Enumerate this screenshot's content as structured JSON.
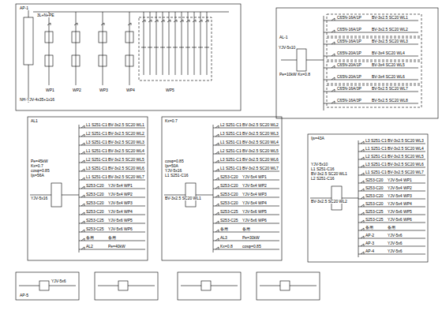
{
  "diagram": {
    "labels": [
      "AP-1",
      "3L+N+PE",
      "NH-YJV-4x35+1x16",
      "WP1",
      "WP2",
      "WP3",
      "WP4",
      "WP5",
      "AL-1",
      "Pe=10kW Kx=0.8",
      "YJV-5x10",
      "C65N-16A/1P",
      "BV-3x2.5 SC20 WL1",
      "C65N-16A/1P",
      "BV-3x2.5 SC20 WL2",
      "C65N-16A/1P",
      "BV-3x2.5 SC20 WL3",
      "C65N-20A/1P",
      "BV-3x4 SC20 WL4",
      "C65N-20A/1P",
      "BV-3x4 SC20 WL5",
      "C65N-20A/1P",
      "BV-3x4 SC20 WL6",
      "C65N-16A/3P",
      "BV-5x2.5 SC20 WL7",
      "C65N-16A/3P",
      "BV-5x2.5 SC20 WL8",
      "AL1",
      "Pe=45kW",
      "Kx=0.7",
      "cosφ=0.85",
      "Ijs=56A",
      "YJV-5x16",
      "L1 S251-C16",
      "BV-3x2.5 SC20 WL1",
      "L2 S251-C16",
      "BV-3x2.5 SC20 WL2",
      "L3 S251-C16",
      "BV-3x2.5 SC20 WL3",
      "L1 S251-C16",
      "BV-3x2.5 SC20 WL4",
      "L2 S251-C16",
      "BV-3x2.5 SC20 WL5",
      "L3 S251-C16",
      "BV-3x2.5 SC20 WL6",
      "L1 S251-C16",
      "BV-3x2.5 SC20 WL7",
      "S253-C20",
      "YJV-5x4 WP1",
      "S253-C20",
      "YJV-5x4 WP2",
      "S253-C20",
      "YJV-5x4 WP3",
      "S253-C20",
      "YJV-5x4 WP4",
      "S253-C25",
      "YJV-5x6 WP5",
      "S253-C25",
      "YJV-5x6 WP6",
      "备用",
      "备用",
      "AL2",
      "Pe=40kW",
      "Kx=0.7",
      "cosφ=0.85",
      "Ijs=50A",
      "YJV-5x16",
      "L1 S251-C16",
      "BV-3x2.5 SC20 WL1",
      "L2 S251-C16",
      "BV-3x2.5 SC20 WL2",
      "L3 S251-C16",
      "BV-3x2.5 SC20 WL3",
      "L1 S251-C16",
      "BV-3x2.5 SC20 WL4",
      "L2 S251-C16",
      "BV-3x2.5 SC20 WL5",
      "L3 S251-C16",
      "BV-3x2.5 SC20 WL6",
      "L1 S251-C16",
      "BV-3x2.5 SC20 WL7",
      "S253-C20",
      "YJV-5x4 WP1",
      "S253-C20",
      "YJV-5x4 WP2",
      "S253-C20",
      "YJV-5x4 WP3",
      "S253-C20",
      "YJV-5x4 WP4",
      "S253-C25",
      "YJV-5x6 WP5",
      "S253-C25",
      "YJV-5x6 WP6",
      "备用",
      "备用",
      "AL3",
      "Pe=30kW",
      "Kx=0.8",
      "cosφ=0.85",
      "Ijs=43A",
      "YJV-5x10",
      "L1 S251-C16",
      "BV-3x2.5 SC20 WL1",
      "L2 S251-C16",
      "BV-3x2.5 SC20 WL2",
      "L3 S251-C16",
      "BV-3x2.5 SC20 WL3",
      "L1 S251-C16",
      "BV-3x2.5 SC20 WL4",
      "L2 S251-C16",
      "BV-3x2.5 SC20 WL5",
      "L3 S251-C16",
      "BV-3x2.5 SC20 WL6",
      "L1 S251-C16",
      "BV-3x2.5 SC20 WL7",
      "S253-C20",
      "YJV-5x4 WP1",
      "S253-C20",
      "YJV-5x4 WP2",
      "S253-C20",
      "YJV-5x4 WP3",
      "S253-C20",
      "YJV-5x4 WP4",
      "S253-C25",
      "YJV-5x6 WP5",
      "S253-C25",
      "YJV-5x6 WP6",
      "备用",
      "备用",
      "AP-2",
      "YJV-5x6",
      "AP-3",
      "YJV-5x6",
      "AP-4",
      "YJV-5x6",
      "AP-5",
      "YJV-5x6"
    ]
  }
}
